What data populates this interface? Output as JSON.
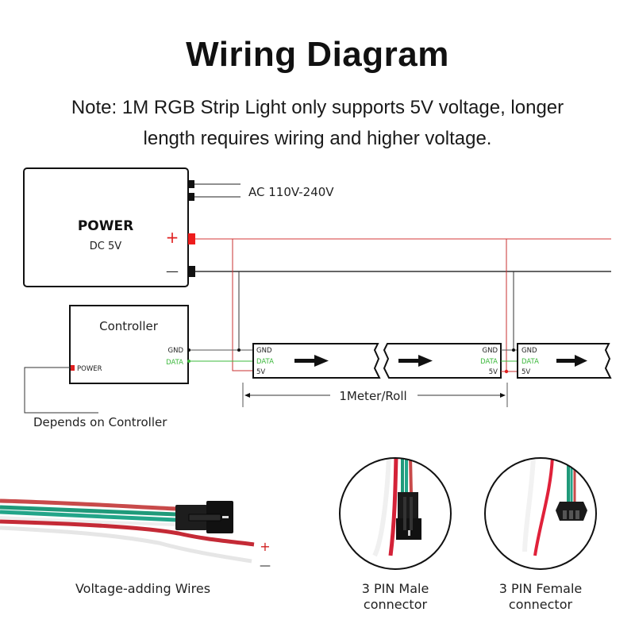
{
  "header": {
    "title": "Wiring Diagram",
    "note_line1": "Note: 1M RGB Strip Light only supports 5V voltage, longer",
    "note_line2": "length requires wiring and higher voltage."
  },
  "power_supply": {
    "title": "POWER",
    "subtitle": "DC 5V",
    "ac_label": "AC 110V-240V",
    "plus_symbol": "+",
    "minus_symbol": "—"
  },
  "controller": {
    "title": "Controller",
    "power_pin": "POWER",
    "gnd_pin": "GND",
    "data_pin": "DATA",
    "depends_label": "Depends on Controller"
  },
  "strips": [
    {
      "gnd": "GND",
      "data": "DATA",
      "v5": "5V"
    },
    {
      "gnd": "GND",
      "data": "DATA",
      "v5": "5V"
    },
    {
      "gnd": "GND",
      "data": "DATA",
      "v5": "5V"
    }
  ],
  "dimension": {
    "label": "1Meter/Roll"
  },
  "photos": {
    "wires": {
      "caption": "Voltage-adding Wires",
      "plus": "+",
      "minus": "—"
    },
    "male": {
      "caption_line1": "3 PIN Male",
      "caption_line2": "connector"
    },
    "female": {
      "caption_line1": "3 PIN Female",
      "caption_line2": "connector"
    }
  },
  "colors": {
    "positive": "#e02020",
    "data": "#3cb83c",
    "ground": "#555555",
    "wire_red": "#c8283a",
    "wire_green": "#1f9a7a",
    "wire_white": "#f2f2f2",
    "connector": "#1a1a1a"
  }
}
